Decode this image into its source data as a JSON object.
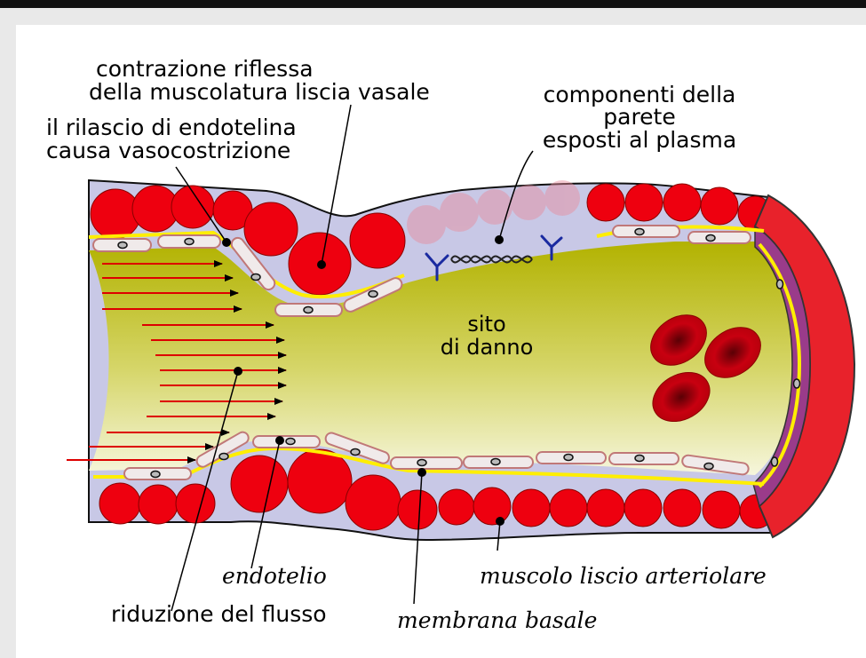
{
  "labels": {
    "contraction_l1": "contrazione riflessa",
    "contraction_l2": "della muscolatura liscia vasale",
    "endothelin_l1": "il rilascio di endotelina",
    "endothelin_l2": "causa vasocostrizione",
    "exposed_l1": "componenti della",
    "exposed_l2": "parete",
    "exposed_l3": "esposti al plasma",
    "site_l1": "sito",
    "site_l2": "di danno",
    "endothelium": "endotelio",
    "flow_reduction": "riduzione del flusso",
    "smooth_muscle": "muscolo liscio arteriolare",
    "basement_membrane": "membrana basale"
  },
  "colors": {
    "muscle_cell": "#e8000b",
    "vessel_wall": "#c8c8e6",
    "lumen": "#c8c832",
    "endothelial_cell": "#f0eaea",
    "basement_membrane": "#ffee00",
    "flow_arrow": "#dd0000",
    "red_blood_cell": "#b0000a",
    "cut_edge": "#e8222b",
    "cut_inner": "#9a3b8a",
    "antibody": "#1a2aa0"
  }
}
